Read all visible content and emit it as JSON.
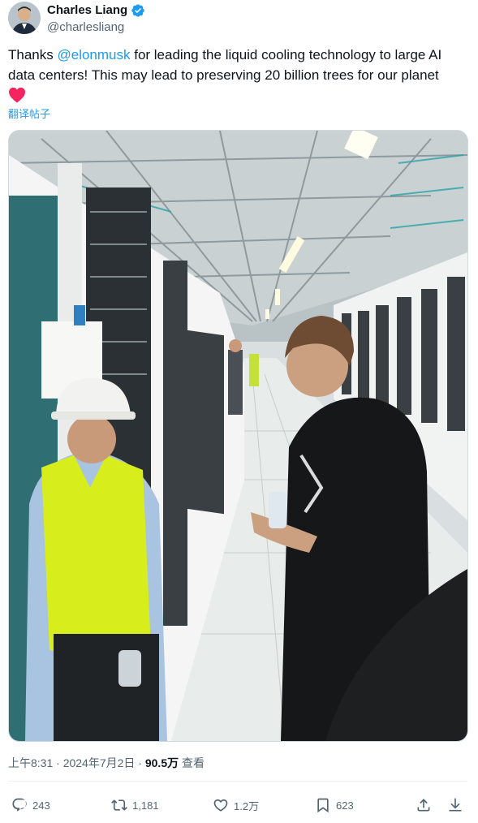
{
  "author": {
    "display_name": "Charles Liang",
    "handle": "@charlesliang",
    "verified": true
  },
  "tweet": {
    "text_before": "Thanks ",
    "mention": "@elonmusk",
    "text_after": " for leading the liquid cooling technology to large AI data centers! This may lead to preserving 20 billion trees for our planet",
    "emoji": "heart-emoji",
    "translate_label": "翻译帖子"
  },
  "meta": {
    "time_date": "上午8:31 · 2024年7月2日 · ",
    "views_count": "90.5万",
    "views_label": " 查看"
  },
  "actions": {
    "replies": "243",
    "reposts": "1,181",
    "likes": "1.2万",
    "bookmarks": "623"
  },
  "colors": {
    "accent": "#1d9bf0",
    "text": "#0f1419",
    "muted": "#536471",
    "heart": "#f4245e"
  }
}
